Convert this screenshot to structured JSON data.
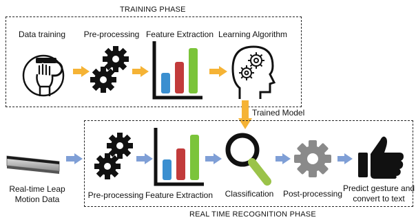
{
  "diagram": {
    "training_phase": {
      "title": "TRAINING PHASE",
      "steps": [
        {
          "label": "Data training",
          "icon": "hand-on-leap-sensor-icon"
        },
        {
          "label": "Pre-processing",
          "icon": "gears-icon"
        },
        {
          "label": "Feature Extraction",
          "icon": "bar-chart-icon"
        },
        {
          "label": "Learning Algorithm",
          "icon": "head-with-gears-icon"
        }
      ]
    },
    "trained_model_label": "Trained Model",
    "input": {
      "label_line1": "Real-time Leap",
      "label_line2": "Motion Data",
      "icon": "leap-motion-device-icon"
    },
    "recognition_phase": {
      "title": "REAL TIME RECOGNITION PHASE",
      "steps": [
        {
          "label": "Pre-processing",
          "icon": "gears-icon"
        },
        {
          "label": "Feature Extraction",
          "icon": "bar-chart-icon"
        },
        {
          "label": "Classification",
          "icon": "magnifier-icon"
        },
        {
          "label": "Post-processing",
          "icon": "gear-icon"
        },
        {
          "label_line1": "Predict gesture and",
          "label_line2": "convert to text",
          "icon": "thumbs-up-icon"
        }
      ]
    },
    "colors": {
      "arrow_orange": "#f5b335",
      "arrow_blue": "#7f9fd6",
      "bar_blue": "#3b8fd0",
      "bar_red": "#c23b3b",
      "bar_green": "#7bc43a",
      "magnifier_handle": "#9bc34a",
      "gear_gray": "#8a8a8a"
    }
  }
}
